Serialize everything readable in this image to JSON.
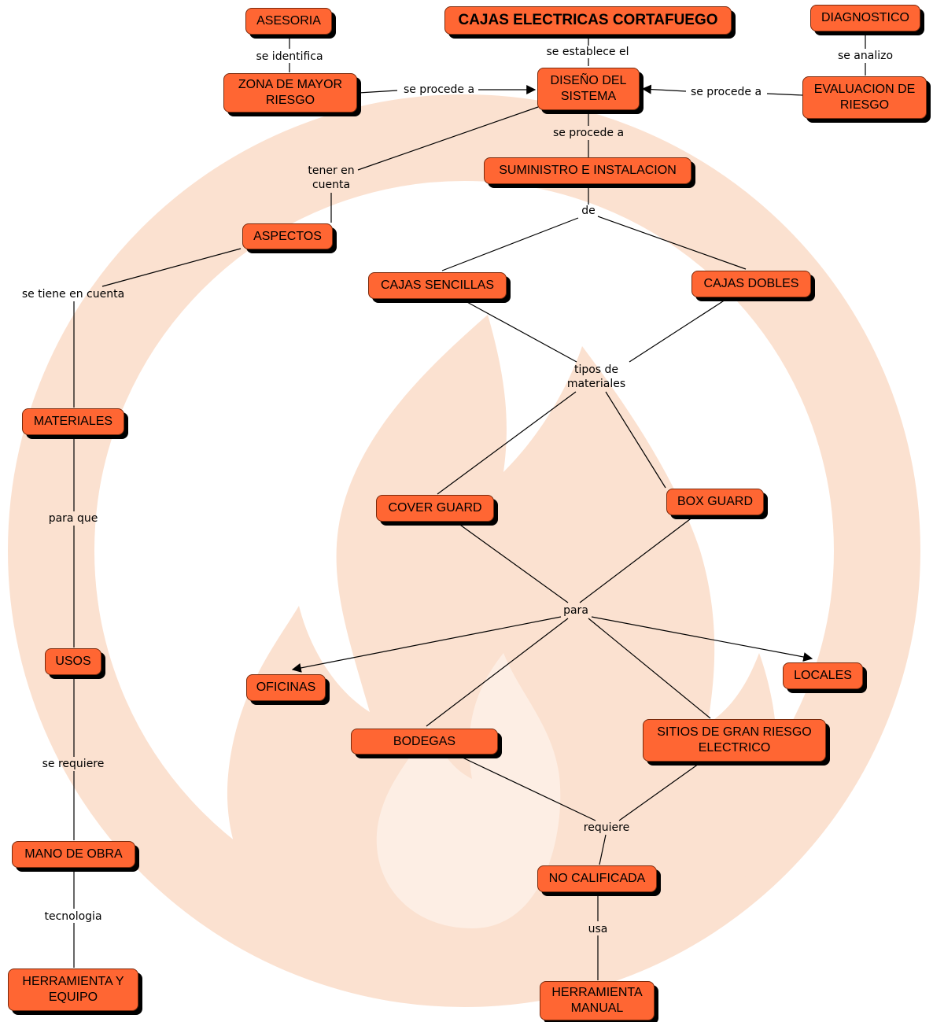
{
  "colors": {
    "node_fill": "#ff6633",
    "node_border": "#7a2a0c",
    "node_shadow": "#000000",
    "watermark": "#fbe1d0",
    "line": "#000000"
  },
  "background_icon": "fire-safety-watermark-icon",
  "nodes": {
    "title": "CAJAS ELECTRICAS CORTAFUEGO",
    "asesoria": "ASESORIA",
    "diagnostico": "DIAGNOSTICO",
    "zona": "ZONA DE MAYOR\nRIESGO",
    "diseno": "DISEÑO DEL\nSISTEMA",
    "evaluacion": "EVALUACION DE\nRIESGO",
    "suministro": "SUMINISTRO E INSTALACION",
    "aspectos": "ASPECTOS",
    "sencillas": "CAJAS SENCILLAS",
    "dobles": "CAJAS DOBLES",
    "materiales": "MATERIALES",
    "cover": "COVER GUARD",
    "box": "BOX GUARD",
    "usos": "USOS",
    "oficinas": "OFICINAS",
    "locales": "LOCALES",
    "bodegas": "BODEGAS",
    "sitios": "SITIOS DE GRAN RIESGO\nELECTRICO",
    "mano": "MANO DE OBRA",
    "nocalificada": "NO CALIFICADA",
    "herramienta_equipo": "HERRAMIENTA Y\nEQUIPO",
    "herramienta_manual": "HERRAMIENTA\nMANUAL"
  },
  "labels": {
    "se_establece": "se establece el",
    "se_identifica": "se identifica",
    "se_analizo": "se analizo",
    "se_procede_left": "se procede a",
    "se_procede_right": "se procede a",
    "se_procede_down": "se procede a",
    "tener_en_cuenta": "tener en\ncuenta",
    "de": "de",
    "se_tiene_en_cuenta": "se tiene en cuenta",
    "tipos_materiales": "tipos de\nmateriales",
    "para_que": "para que",
    "para": "para",
    "se_requiere": "se requiere",
    "requiere": "requiere",
    "tecnologia": "tecnologia",
    "usa": "usa"
  }
}
